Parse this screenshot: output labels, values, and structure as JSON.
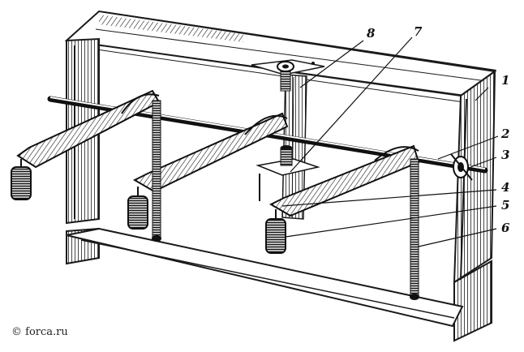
{
  "diagram": {
    "callouts": {
      "c1": "1",
      "c2": "2",
      "c3": "3",
      "c4": "4",
      "c5": "5",
      "c6": "6",
      "c7": "7",
      "c8": "8"
    },
    "watermark": "© forca.ru"
  },
  "colors": {
    "ink": "#1a1a1a",
    "paper": "#ffffff",
    "frame": "#d8d8d8",
    "hatch": "#2a2a2a"
  }
}
